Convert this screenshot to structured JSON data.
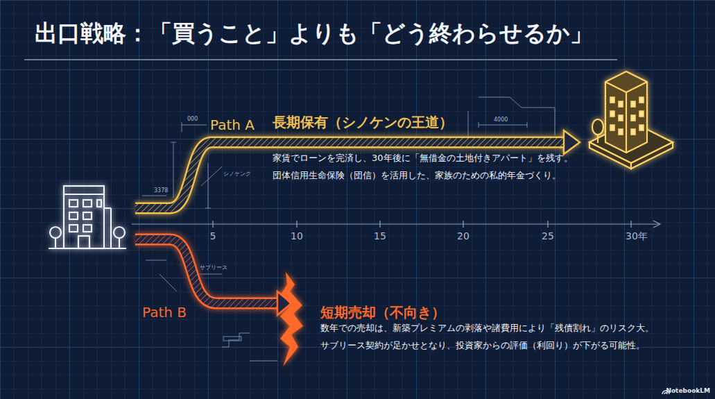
{
  "diagram": {
    "title": "出口戦略：「買うこと」よりも「どう終わらせるか」",
    "labels": [
      "Path A",
      "長期保有（シノケンの王道）",
      "家賃でローンを完済し、30年後に「無借金の土地付きアパート」を残す。",
      "団体信用生命保険（団信）を活用した、家族のための私的年金づくり。",
      "Path B",
      "短期売却（不向き）",
      "数年での売却は、新築プレミアムの剥落や諸費用により「残債割れ」のリスク大。",
      "サブリース契約が足かせとなり、投資家からの評価（利回り）が下がる可能性。",
      "5",
      "10",
      "15",
      "20",
      "25",
      "30年",
      "000",
      "4000",
      "3378",
      "シノケンク",
      "サブリース",
      "NotebookLM"
    ]
  }
}
